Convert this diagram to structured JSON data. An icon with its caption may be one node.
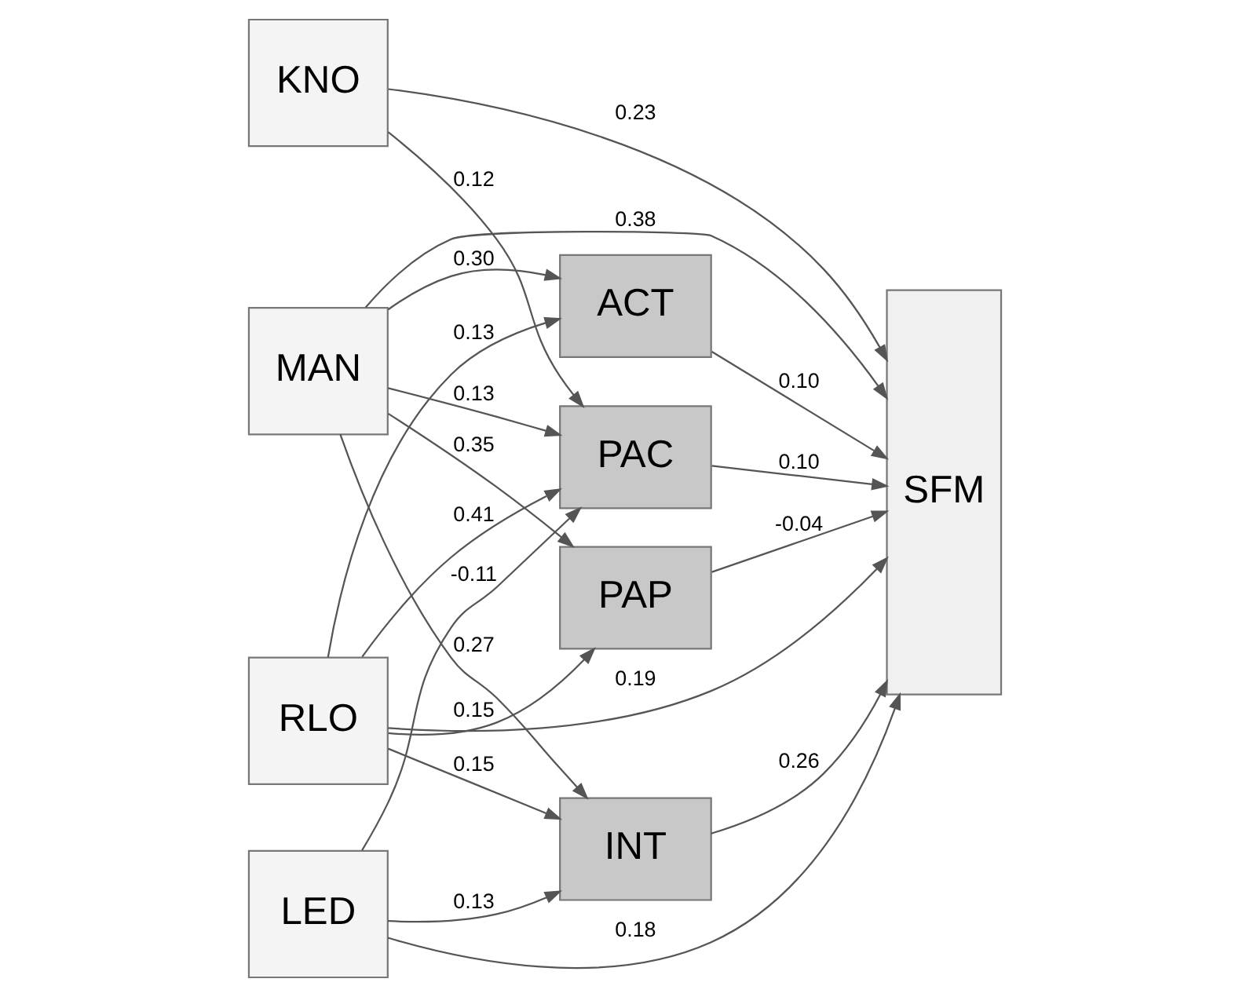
{
  "diagram": {
    "nodes": [
      {
        "text": [
          "MAN"
        ]
      },
      {
        "text": [
          "KNO"
        ]
      },
      {
        "text": [
          "RLO"
        ]
      },
      {
        "text": [
          "LED"
        ]
      },
      {
        "text": [
          "ACT"
        ]
      },
      {
        "text": [
          "PAC"
        ]
      },
      {
        "text": [
          "PAP"
        ]
      },
      {
        "text": [
          "INT"
        ]
      },
      {
        "text": [
          "SFM"
        ]
      }
    ],
    "edges": [
      {
        "from": 0,
        "to": 8,
        "arrow": "to",
        "label": "0.38"
      },
      {
        "from": 0,
        "to": 4,
        "arrow": "to",
        "label": "0.30"
      },
      {
        "from": 0,
        "to": 5,
        "arrow": "to",
        "label": "0.13"
      },
      {
        "from": 0,
        "to": 6,
        "arrow": "to",
        "label": "0.35"
      },
      {
        "from": 0,
        "to": 7,
        "arrow": "to",
        "label": "0.27"
      },
      {
        "from": 1,
        "to": 8,
        "arrow": "to",
        "label": "0.23"
      },
      {
        "from": 1,
        "to": 5,
        "arrow": "to",
        "label": "0.12"
      },
      {
        "from": 2,
        "to": 4,
        "arrow": "to",
        "label": "0.13"
      },
      {
        "from": 2,
        "to": 5,
        "arrow": "to",
        "label": "0.41"
      },
      {
        "from": 2,
        "to": 8,
        "arrow": "to",
        "label": "0.19"
      },
      {
        "from": 2,
        "to": 6,
        "arrow": "to",
        "label": "0.15"
      },
      {
        "from": 2,
        "to": 7,
        "arrow": "to",
        "label": "0.15"
      },
      {
        "from": 3,
        "to": 5,
        "arrow": "to",
        "label": "-0.11"
      },
      {
        "from": 3,
        "to": 7,
        "arrow": "to",
        "label": "0.13"
      },
      {
        "from": 3,
        "to": 8,
        "arrow": "to",
        "label": "0.18"
      },
      {
        "from": 4,
        "to": 8,
        "arrow": "to",
        "label": "0.10"
      },
      {
        "from": 5,
        "to": 8,
        "arrow": "to",
        "label": "0.10"
      },
      {
        "from": 6,
        "to": 8,
        "arrow": "to",
        "label": "-0.04"
      },
      {
        "from": 7,
        "to": 8,
        "arrow": "to",
        "label": "0.26"
      }
    ]
  }
}
